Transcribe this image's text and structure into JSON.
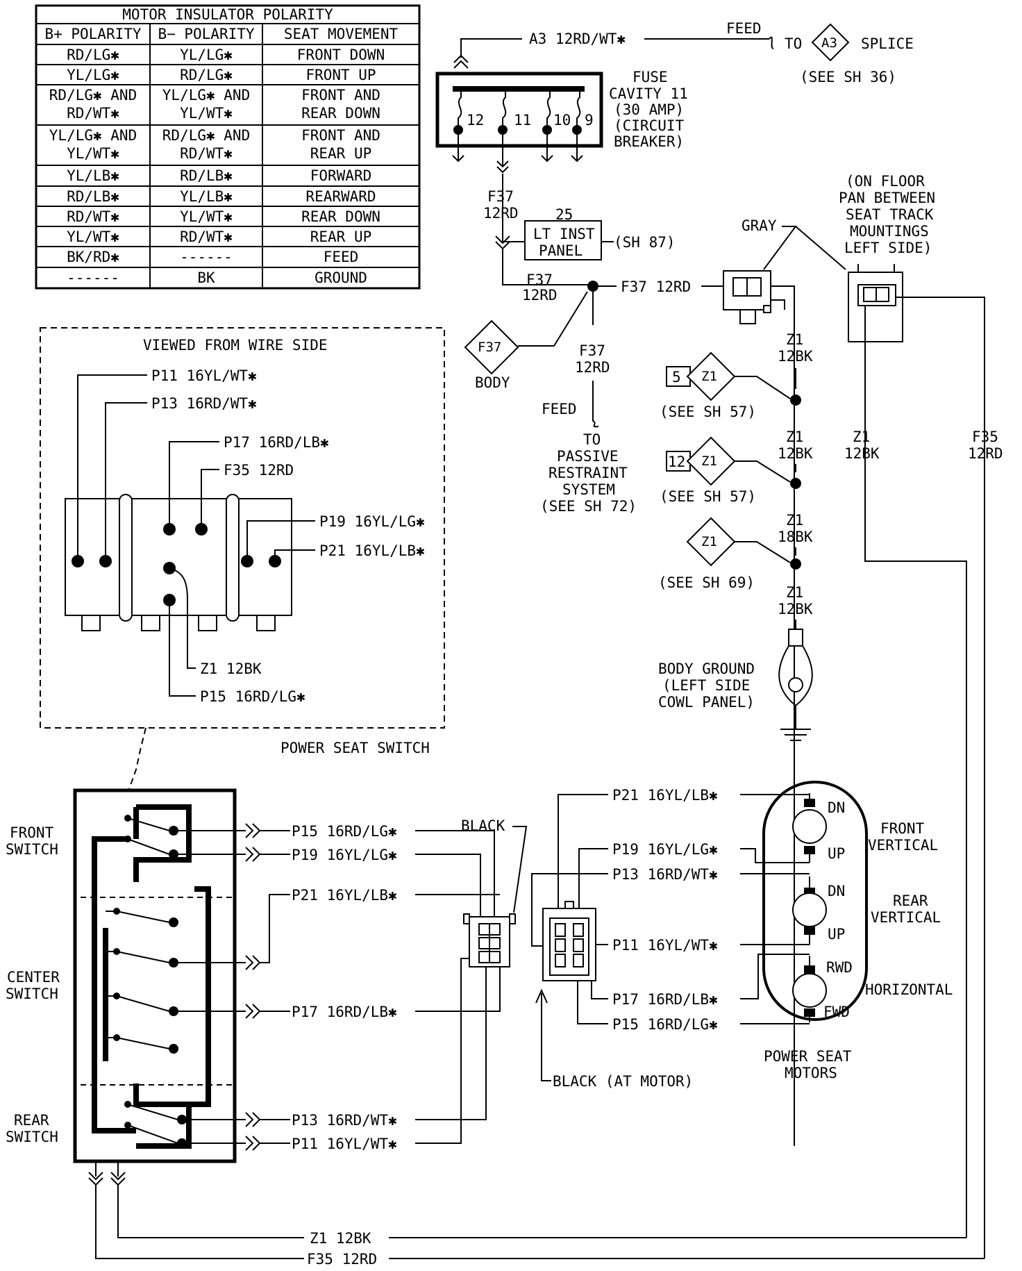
{
  "table": {
    "title": "MOTOR INSULATOR POLARITY",
    "headers": [
      "B+ POLARITY",
      "B− POLARITY",
      "SEAT MOVEMENT"
    ],
    "rows": [
      [
        "RD/LG✱",
        "YL/LG✱",
        "FRONT DOWN"
      ],
      [
        "YL/LG✱",
        "RD/LG✱",
        "FRONT UP"
      ],
      [
        "RD/LG✱ AND|RD/WT✱",
        "YL/LG✱ AND|YL/WT✱",
        "FRONT AND|REAR DOWN"
      ],
      [
        "YL/LG✱ AND|YL/WT✱",
        "RD/LG✱ AND|RD/WT✱",
        "FRONT AND|REAR UP"
      ],
      [
        "YL/LB✱",
        "RD/LB✱",
        "FORWARD"
      ],
      [
        "RD/LB✱",
        "YL/LB✱",
        "REARWARD"
      ],
      [
        "RD/WT✱",
        "YL/WT✱",
        "REAR DOWN"
      ],
      [
        "YL/WT✱",
        "RD/WT✱",
        "REAR UP"
      ],
      [
        "BK/RD✱",
        "------",
        "FEED"
      ],
      [
        "------",
        "BK",
        "GROUND"
      ]
    ]
  },
  "fuse": {
    "wire_top": "A3 12RD/WT✱",
    "feed": "FEED",
    "to": "TO",
    "splice_id": "A3",
    "splice": "SPLICE",
    "see_sh": "(SEE SH 36)",
    "cavity_lines": [
      "FUSE",
      "CAVITY 11",
      "(30 AMP)",
      "(CIRCUIT",
      "BREAKER)"
    ],
    "pins": [
      "12",
      "11",
      "10",
      "9"
    ]
  },
  "inst_panel": {
    "wire1_a": "F37",
    "wire1_b": "12RD",
    "num": "25",
    "label_a": "LT INST",
    "label_b": "PANEL",
    "sh": "(SH 87)",
    "wire2_a": "F37",
    "wire2_b": "12RD",
    "splice_wire": "F37 12RD",
    "down_a": "F37",
    "down_b": "12RD",
    "body_tag": "F37",
    "body": "BODY",
    "feed": "FEED",
    "to_lines": [
      "TO",
      "PASSIVE",
      "RESTRAINT",
      "SYSTEM",
      "(SEE SH 72)"
    ]
  },
  "ground": {
    "gray": "GRAY",
    "floor_note": [
      "(ON FLOOR",
      "PAN BETWEEN",
      "SEAT TRACK",
      "MOUNTINGS",
      "LEFT SIDE)"
    ],
    "z1_a": [
      "Z1",
      "12BK"
    ],
    "z1_b": [
      "Z1",
      "12BK"
    ],
    "z1_c": [
      "Z1",
      "18BK"
    ],
    "z1_d": [
      "Z1",
      "12BK"
    ],
    "splice1_num": "5",
    "splice1_tag": "Z1",
    "splice1_sh": "(SEE SH 57)",
    "splice2_num": "12",
    "splice2_tag": "Z1",
    "splice2_sh": "(SEE SH 57)",
    "splice3_tag": "Z1",
    "splice3_sh": "(SEE SH 69)",
    "body_ground": [
      "BODY GROUND",
      "(LEFT SIDE",
      "COWL PANEL)"
    ],
    "right_z1": [
      "Z1",
      "12BK"
    ],
    "right_f35": [
      "F35",
      "12RD"
    ]
  },
  "switch_view": {
    "title": "VIEWED FROM WIRE SIDE",
    "caption": "POWER SEAT SWITCH",
    "wires": {
      "p11": "P11 16YL/WT✱",
      "p13": "P13 16RD/WT✱",
      "p17": "P17 16RD/LB✱",
      "f35": "F35 12RD",
      "p19": "P19 16YL/LG✱",
      "p21": "P21 16YL/LB✱",
      "z1": "Z1 12BK",
      "p15": "P15 16RD/LG✱"
    }
  },
  "switch_schematic": {
    "front": [
      "FRONT",
      "SWITCH"
    ],
    "center": [
      "CENTER",
      "SWITCH"
    ],
    "rear": [
      "REAR",
      "SWITCH"
    ],
    "wires": {
      "p15": "P15 16RD/LG✱",
      "p19": "P19 16YL/LG✱",
      "p21": "P21 16YL/LB✱",
      "p17": "P17 16RD/LB✱",
      "p13": "P13 16RD/WT✱",
      "p11": "P11 16YL/WT✱"
    },
    "black": "BLACK",
    "black_motor": "BLACK (AT MOTOR)",
    "bottom_z1": "Z1 12BK",
    "bottom_f35": "F35 12RD"
  },
  "motors": {
    "wires": {
      "p21": "P21 16YL/LB✱",
      "p19": "P19 16YL/LG✱",
      "p13": "P13 16RD/WT✱",
      "p11": "P11 16YL/WT✱",
      "p17": "P17 16RD/LB✱",
      "p15": "P15 16RD/LG✱"
    },
    "front_vertical": [
      "FRONT",
      "VERTICAL"
    ],
    "rear_vertical": [
      "REAR",
      "VERTICAL"
    ],
    "horizontal": "HORIZONTAL",
    "dn": "DN",
    "up": "UP",
    "rwd": "RWD",
    "fwd": "FWD",
    "caption": [
      "POWER SEAT",
      "MOTORS"
    ]
  }
}
